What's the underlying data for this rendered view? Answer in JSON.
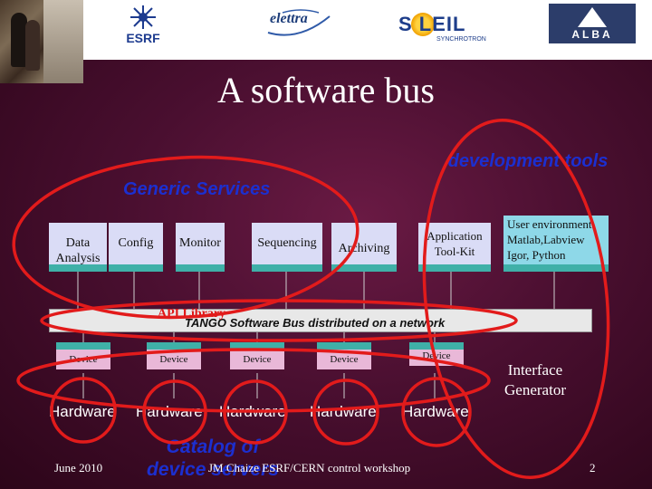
{
  "header": {
    "logos": [
      {
        "name": "esrf",
        "text": "ESRF"
      },
      {
        "name": "elettra",
        "text": "elettra"
      },
      {
        "name": "soleil",
        "text": "S LEIL",
        "subtext": "SYNCHROTRON"
      },
      {
        "name": "alba",
        "text": "ALBA"
      }
    ]
  },
  "slide": {
    "title": "A software bus",
    "generic_services_label": "Generic Services",
    "development_tools_label": "development tools",
    "services": [
      {
        "label": "Data Analysis"
      },
      {
        "label": "Config"
      },
      {
        "label": "Monitor"
      },
      {
        "label": "Sequencing"
      },
      {
        "label": "Archiving"
      },
      {
        "label": "Application Tool-Kit"
      },
      {
        "label": "User environment Matlab,Labview Igor, Python"
      }
    ],
    "api_label": "API Library",
    "bus_label": "TANGO Software Bus distributed on a network",
    "devices": [
      "Device",
      "Device",
      "Device",
      "Device",
      "Device"
    ],
    "hardware": [
      "Hardware",
      "Hardware",
      "Hardware",
      "Hardware",
      "Hardware"
    ],
    "interface_generator": "Interface Generator",
    "catalog_label": "Catalog of device servers",
    "footer": {
      "date": "June 2010",
      "workshop": "JM Chaize ESRF/CERN control workshop",
      "page": "2"
    },
    "colors": {
      "ellipse_red": "#e21b1b",
      "accent_blue": "#1c2fd0",
      "box_lavender": "#dadcf6",
      "box_cyan": "#8ed8e8",
      "device_pink": "#e9b8d8",
      "teal_base": "#3fb0a8"
    }
  }
}
